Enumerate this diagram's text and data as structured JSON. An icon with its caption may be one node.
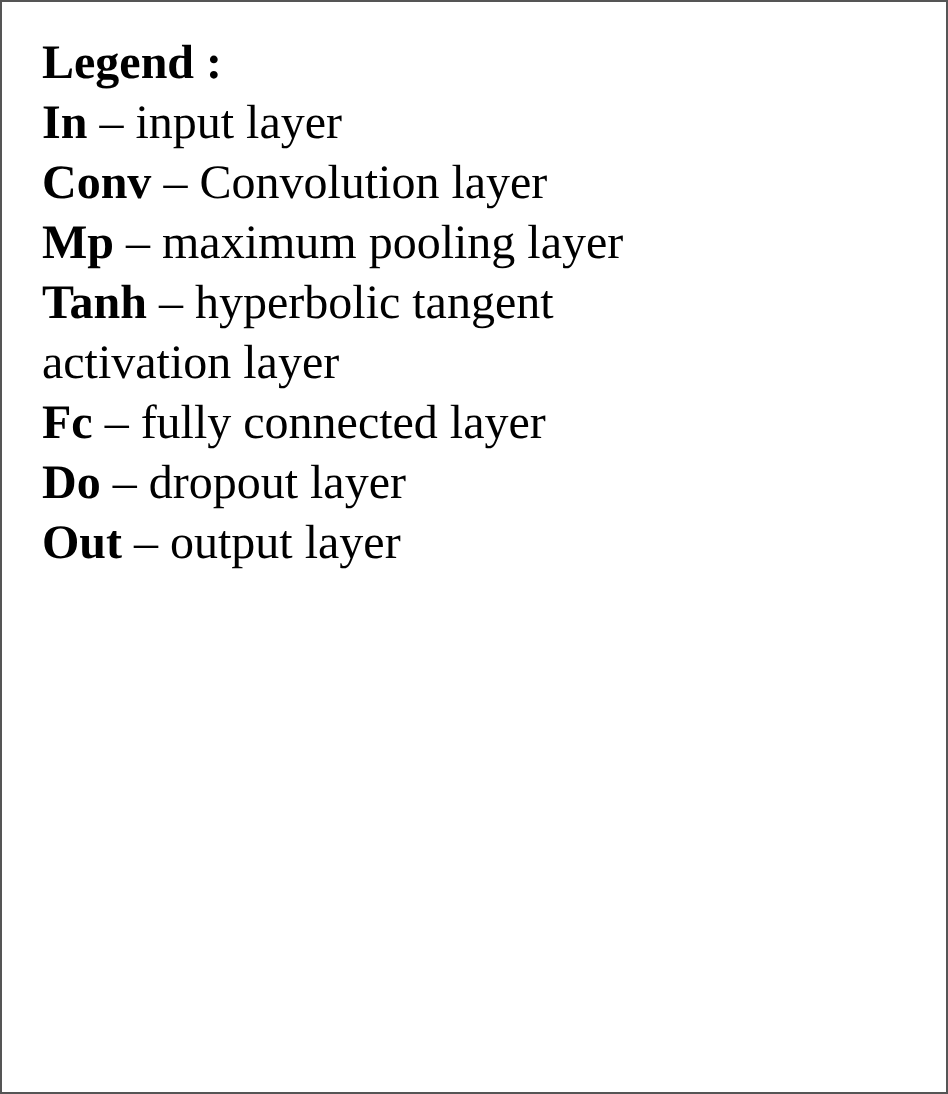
{
  "diagram": {
    "nodes": [
      {
        "text": [
          "Legend :",
          "**In** – input layer",
          "**Conv** – Convolution layer",
          "**Mp** – maximum pooling layer",
          "**Tanh** – hyperbolic tangent activation layer",
          "**Fc** – fully connected layer",
          "**Do** – dropout layer",
          "**Out** – output layer"
        ]
      }
    ]
  }
}
